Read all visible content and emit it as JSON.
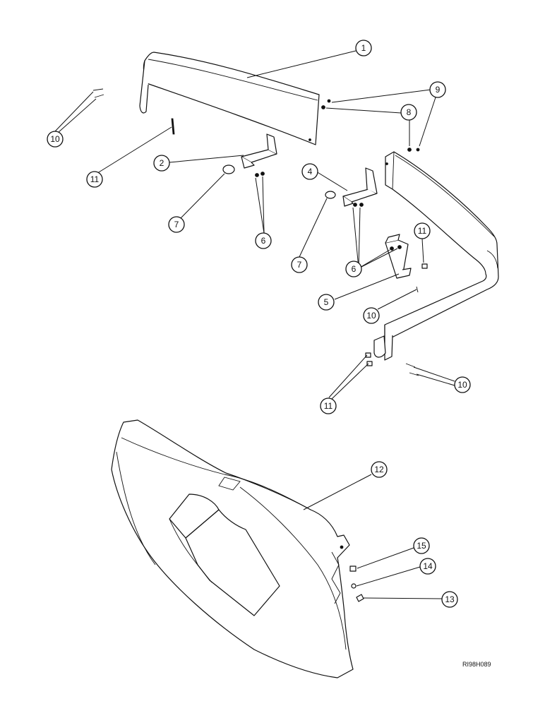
{
  "callouts": [
    {
      "id": "c1",
      "label": "1"
    },
    {
      "id": "c2",
      "label": "2"
    },
    {
      "id": "c4",
      "label": "4"
    },
    {
      "id": "c5",
      "label": "5"
    },
    {
      "id": "c6a",
      "label": "6"
    },
    {
      "id": "c6b",
      "label": "6"
    },
    {
      "id": "c7a",
      "label": "7"
    },
    {
      "id": "c7b",
      "label": "7"
    },
    {
      "id": "c8",
      "label": "8"
    },
    {
      "id": "c9",
      "label": "9"
    },
    {
      "id": "c10a",
      "label": "10"
    },
    {
      "id": "c10b",
      "label": "10"
    },
    {
      "id": "c10c",
      "label": "10"
    },
    {
      "id": "c11a",
      "label": "11"
    },
    {
      "id": "c11b",
      "label": "11"
    },
    {
      "id": "c11c",
      "label": "11"
    },
    {
      "id": "c12",
      "label": "12"
    },
    {
      "id": "c13",
      "label": "13"
    },
    {
      "id": "c14",
      "label": "14"
    },
    {
      "id": "c15",
      "label": "15"
    }
  ],
  "reference_code": "RI98H089",
  "colors": {
    "line": "#111111",
    "background": "#ffffff"
  }
}
